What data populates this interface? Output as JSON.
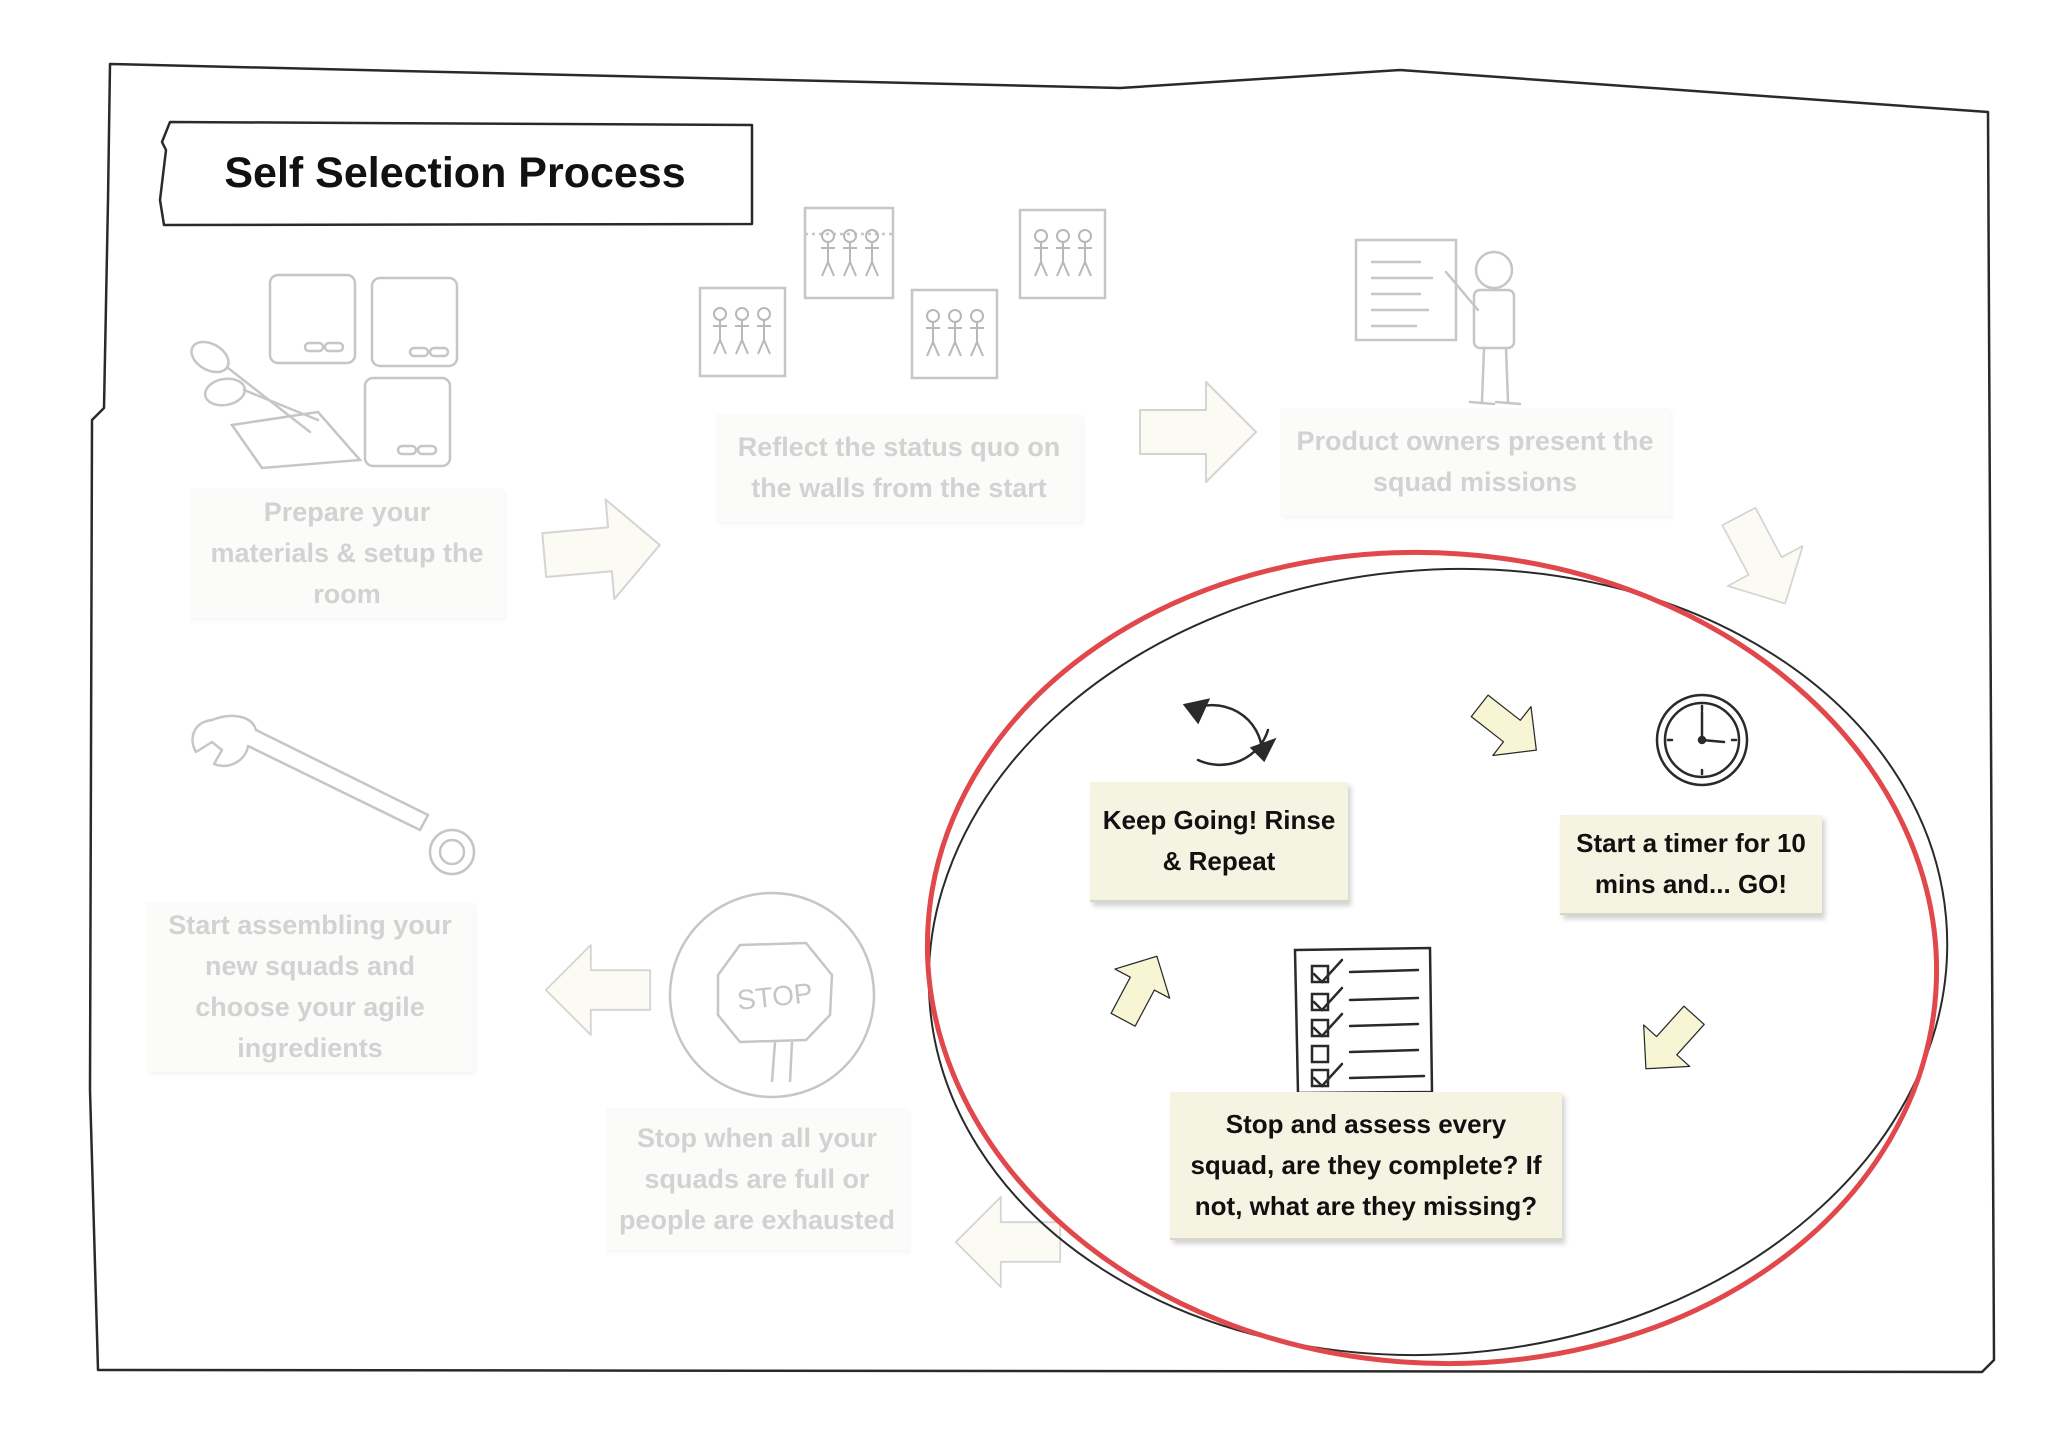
{
  "title": "Self Selection Process",
  "colors": {
    "faded_text": "#d2d2d2",
    "active_text": "#111111",
    "focus_circle": "#e0484c",
    "arrow_fill": "#f7f5d4",
    "note_bg": "#f5f4e2"
  },
  "steps": {
    "prepare": {
      "label": "Prepare your materials & setup the room",
      "icon": "scissors-icon"
    },
    "reflect": {
      "label": "Reflect the status quo on the walls from the start",
      "icon": "wall-posters-icon"
    },
    "present": {
      "label": "Product owners present the squad missions",
      "icon": "presenter-icon"
    },
    "timer": {
      "label": "Start a timer for 10 mins and... GO!",
      "icon": "clock-icon"
    },
    "assess": {
      "label": "Stop and assess every squad, are they complete? If not, what are they missing?",
      "icon": "checklist-icon"
    },
    "repeat": {
      "label": "Keep Going! Rinse & Repeat",
      "icon": "cycle-arrows-icon"
    },
    "stop": {
      "label": "Stop when all your squads are full or people are exhausted",
      "icon": "stop-sign-icon",
      "sign_text": "STOP"
    },
    "assemble": {
      "label": "Start assembling your new squads and choose your agile ingredients",
      "icon": "wrench-icon"
    }
  }
}
